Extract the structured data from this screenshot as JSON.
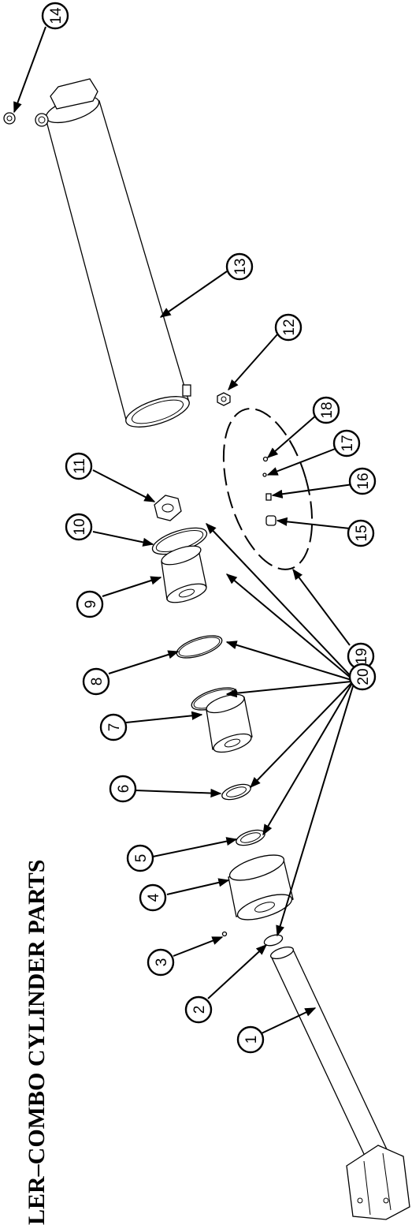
{
  "title": "LER–COMBO CYLINDER PARTS",
  "callouts": {
    "c1": "1",
    "c2": "2",
    "c3": "3",
    "c4": "4",
    "c5": "5",
    "c6": "6",
    "c7": "7",
    "c8": "8",
    "c9": "9",
    "c10": "10",
    "c11": "11",
    "c12": "12",
    "c13": "13",
    "c14": "14",
    "c15": "15",
    "c16": "16",
    "c17": "17",
    "c18": "18",
    "c19": "19",
    "c20": "20"
  }
}
